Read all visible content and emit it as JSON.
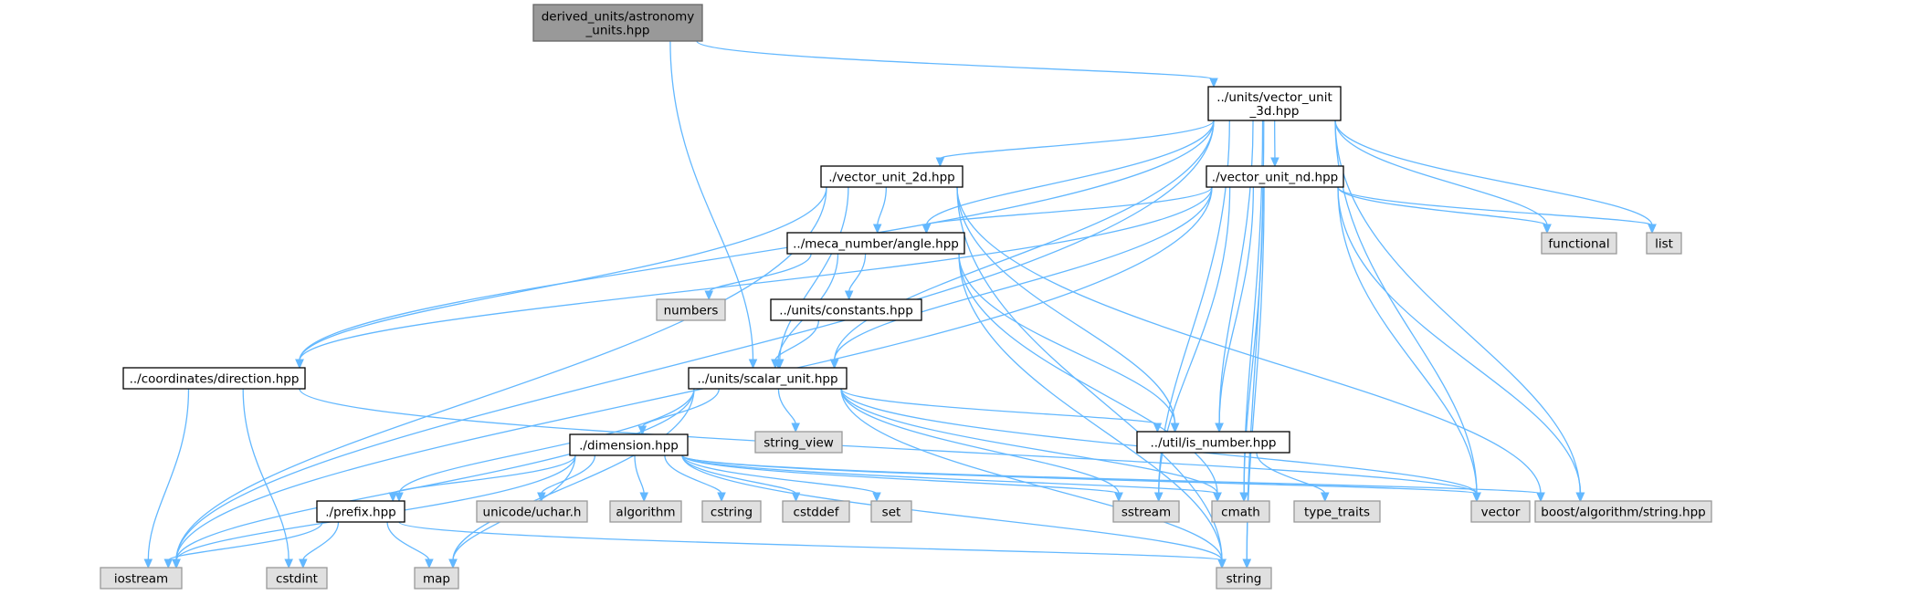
{
  "colors": {
    "root_fill": "#999999",
    "root_border": "#666666",
    "local_fill": "#ffffff",
    "local_border": "#000000",
    "system_fill": "#e0e0e0",
    "system_border": "#999999",
    "edge": "#63b8ff"
  },
  "nodes": [
    {
      "id": "root",
      "kind": "root",
      "lines": [
        "derived_units/astronomy",
        "_units.hpp"
      ]
    },
    {
      "id": "v3d",
      "kind": "local",
      "lines": [
        "../units/vector_unit",
        "_3d.hpp"
      ]
    },
    {
      "id": "v2d",
      "kind": "local",
      "lines": [
        "./vector_unit_2d.hpp"
      ]
    },
    {
      "id": "vnd",
      "kind": "local",
      "lines": [
        "./vector_unit_nd.hpp"
      ]
    },
    {
      "id": "functional",
      "kind": "system",
      "lines": [
        "functional"
      ]
    },
    {
      "id": "list",
      "kind": "system",
      "lines": [
        "list"
      ]
    },
    {
      "id": "angle",
      "kind": "local",
      "lines": [
        "../meca_number/angle.hpp"
      ]
    },
    {
      "id": "numbers",
      "kind": "system",
      "lines": [
        "numbers"
      ]
    },
    {
      "id": "constants",
      "kind": "local",
      "lines": [
        "../units/constants.hpp"
      ]
    },
    {
      "id": "direction",
      "kind": "local",
      "lines": [
        "../coordinates/direction.hpp"
      ]
    },
    {
      "id": "scalar",
      "kind": "local",
      "lines": [
        "../units/scalar_unit.hpp"
      ]
    },
    {
      "id": "string_view",
      "kind": "system",
      "lines": [
        "string_view"
      ]
    },
    {
      "id": "is_number",
      "kind": "local",
      "lines": [
        "../util/is_number.hpp"
      ]
    },
    {
      "id": "dimension",
      "kind": "local",
      "lines": [
        "./dimension.hpp"
      ]
    },
    {
      "id": "prefix",
      "kind": "local",
      "lines": [
        "./prefix.hpp"
      ]
    },
    {
      "id": "uchar",
      "kind": "system",
      "lines": [
        "unicode/uchar.h"
      ]
    },
    {
      "id": "algorithm",
      "kind": "system",
      "lines": [
        "algorithm"
      ]
    },
    {
      "id": "cstring",
      "kind": "system",
      "lines": [
        "cstring"
      ]
    },
    {
      "id": "cstddef",
      "kind": "system",
      "lines": [
        "cstddef"
      ]
    },
    {
      "id": "set",
      "kind": "system",
      "lines": [
        "set"
      ]
    },
    {
      "id": "sstream",
      "kind": "system",
      "lines": [
        "sstream"
      ]
    },
    {
      "id": "cmath",
      "kind": "system",
      "lines": [
        "cmath"
      ]
    },
    {
      "id": "type_traits",
      "kind": "system",
      "lines": [
        "type_traits"
      ]
    },
    {
      "id": "vector",
      "kind": "system",
      "lines": [
        "vector"
      ]
    },
    {
      "id": "boost",
      "kind": "system",
      "lines": [
        "boost/algorithm/string.hpp"
      ]
    },
    {
      "id": "iostream",
      "kind": "system",
      "lines": [
        "iostream"
      ]
    },
    {
      "id": "cstdint",
      "kind": "system",
      "lines": [
        "cstdint"
      ]
    },
    {
      "id": "map",
      "kind": "system",
      "lines": [
        "map"
      ]
    },
    {
      "id": "string",
      "kind": "system",
      "lines": [
        "string"
      ]
    }
  ],
  "edges": [
    [
      "root",
      "v3d"
    ],
    [
      "root",
      "scalar"
    ],
    [
      "v3d",
      "v2d"
    ],
    [
      "v3d",
      "vnd"
    ],
    [
      "v3d",
      "functional"
    ],
    [
      "v3d",
      "list"
    ],
    [
      "v3d",
      "angle"
    ],
    [
      "v3d",
      "direction"
    ],
    [
      "v3d",
      "scalar"
    ],
    [
      "v3d",
      "is_number"
    ],
    [
      "v3d",
      "sstream"
    ],
    [
      "v3d",
      "cmath"
    ],
    [
      "v3d",
      "vector"
    ],
    [
      "v3d",
      "boost"
    ],
    [
      "v3d",
      "iostream"
    ],
    [
      "v3d",
      "string"
    ],
    [
      "v2d",
      "angle"
    ],
    [
      "v2d",
      "direction"
    ],
    [
      "v2d",
      "scalar"
    ],
    [
      "v2d",
      "is_number"
    ],
    [
      "v2d",
      "boost"
    ],
    [
      "v2d",
      "iostream"
    ],
    [
      "v2d",
      "string"
    ],
    [
      "vnd",
      "functional"
    ],
    [
      "vnd",
      "list"
    ],
    [
      "vnd",
      "angle"
    ],
    [
      "vnd",
      "direction"
    ],
    [
      "vnd",
      "scalar"
    ],
    [
      "vnd",
      "is_number"
    ],
    [
      "vnd",
      "sstream"
    ],
    [
      "vnd",
      "cmath"
    ],
    [
      "vnd",
      "vector"
    ],
    [
      "vnd",
      "boost"
    ],
    [
      "vnd",
      "iostream"
    ],
    [
      "vnd",
      "string"
    ],
    [
      "angle",
      "numbers"
    ],
    [
      "angle",
      "constants"
    ],
    [
      "angle",
      "scalar"
    ],
    [
      "angle",
      "is_number"
    ],
    [
      "angle",
      "cmath"
    ],
    [
      "angle",
      "string"
    ],
    [
      "constants",
      "scalar"
    ],
    [
      "direction",
      "iostream"
    ],
    [
      "direction",
      "cstdint"
    ],
    [
      "direction",
      "vector"
    ],
    [
      "scalar",
      "string_view"
    ],
    [
      "scalar",
      "is_number"
    ],
    [
      "scalar",
      "dimension"
    ],
    [
      "scalar",
      "prefix"
    ],
    [
      "scalar",
      "iostream"
    ],
    [
      "scalar",
      "map"
    ],
    [
      "scalar",
      "sstream"
    ],
    [
      "scalar",
      "cmath"
    ],
    [
      "scalar",
      "string"
    ],
    [
      "scalar",
      "vector"
    ],
    [
      "is_number",
      "type_traits"
    ],
    [
      "dimension",
      "prefix"
    ],
    [
      "dimension",
      "uchar"
    ],
    [
      "dimension",
      "algorithm"
    ],
    [
      "dimension",
      "cstring"
    ],
    [
      "dimension",
      "cstddef"
    ],
    [
      "dimension",
      "set"
    ],
    [
      "dimension",
      "sstream"
    ],
    [
      "dimension",
      "cmath"
    ],
    [
      "dimension",
      "vector"
    ],
    [
      "dimension",
      "boost"
    ],
    [
      "dimension",
      "iostream"
    ],
    [
      "dimension",
      "map"
    ],
    [
      "dimension",
      "string"
    ],
    [
      "prefix",
      "iostream"
    ],
    [
      "prefix",
      "cstdint"
    ],
    [
      "prefix",
      "map"
    ],
    [
      "prefix",
      "string"
    ]
  ]
}
